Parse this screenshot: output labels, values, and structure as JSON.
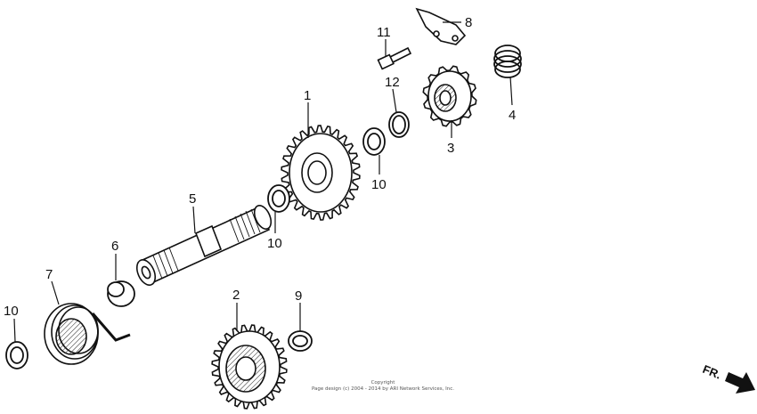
{
  "callouts": {
    "c1": "1",
    "c2": "2",
    "c3": "3",
    "c4": "4",
    "c5": "5",
    "c6": "6",
    "c7": "7",
    "c8": "8",
    "c9": "9",
    "c10a": "10",
    "c10b": "10",
    "c10c": "10",
    "c11": "11",
    "c12": "12"
  },
  "direction_label": "FR.",
  "copyright": {
    "line1": "Copyright",
    "line2": "Page design (c) 2004 - 2014 by ARI Network Services, Inc."
  }
}
